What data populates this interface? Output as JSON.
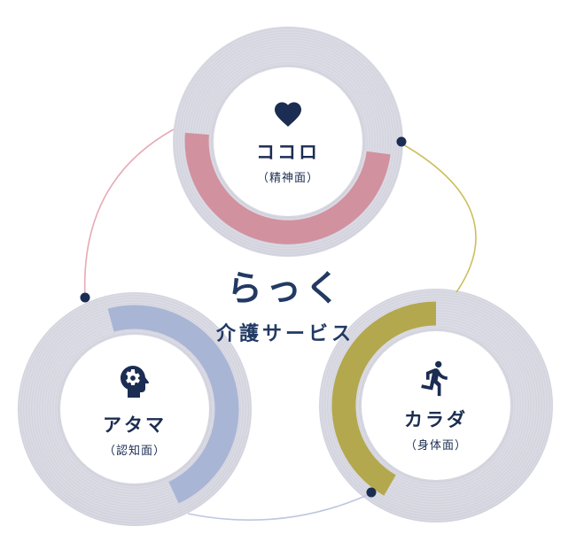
{
  "center": {
    "title": "らっく",
    "subtitle": "介護サービス"
  },
  "circles": [
    {
      "key": "kokoro",
      "label": "ココロ",
      "sublabel": "（精神面）",
      "icon": "heart-icon",
      "arc_color": "#d2919e",
      "connector_color": "#e7abb5"
    },
    {
      "key": "atama",
      "label": "アタマ",
      "sublabel": "（認知面）",
      "icon": "head-gear-icon",
      "arc_color": "#a9b5d5",
      "connector_color": "#bdc7df"
    },
    {
      "key": "karada",
      "label": "カラダ",
      "sublabel": "（身体面）",
      "icon": "runner-icon",
      "arc_color": "#b3a84e",
      "connector_color": "#ccbf5e"
    }
  ],
  "colors": {
    "background": "#ffffff",
    "outer_circle": "#d6d6e0",
    "inner_circle": "#ffffff",
    "navy": "#1b2d52",
    "title_navy": "#223a63"
  }
}
